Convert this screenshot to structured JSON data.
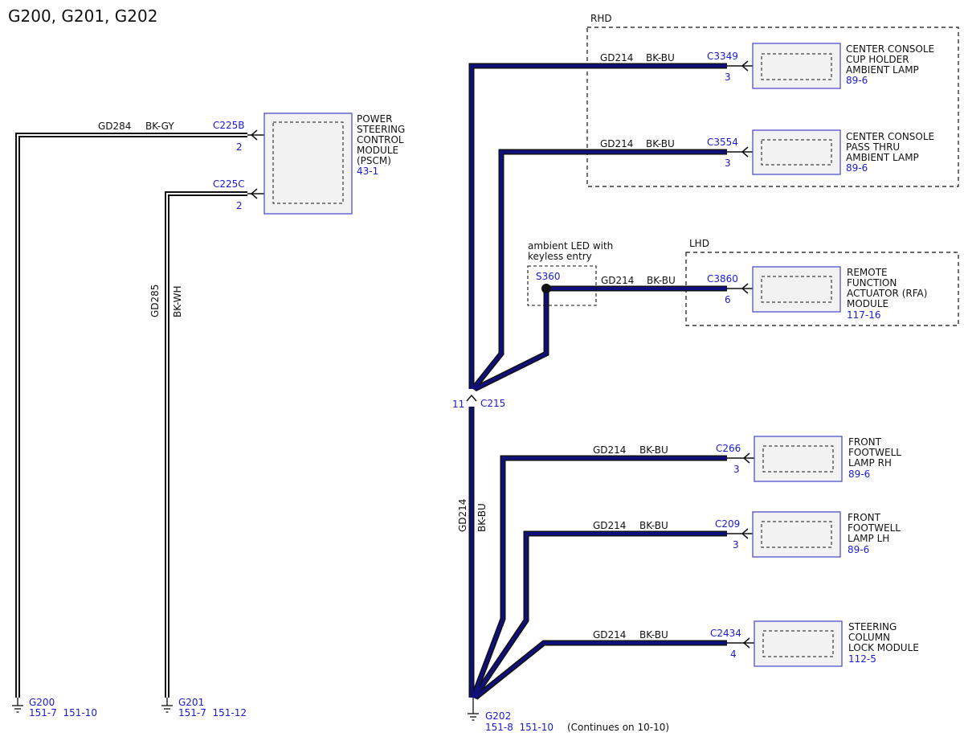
{
  "title": "G200, G201, G202",
  "colors": {
    "wire_blue": "#10107a",
    "ref_blue": "#1a1ad6",
    "module_fill": "#f2f2f2",
    "module_border": "#5050c8"
  },
  "regions": {
    "rhd": "RHD",
    "lhd": "LHD"
  },
  "pscm": {
    "name_lines": [
      "POWER",
      "STEERING",
      "CONTROL",
      "MODULE",
      "(PSCM)"
    ],
    "ref": "43-1",
    "conn_b": "C225B",
    "pin_b": "2",
    "conn_c": "C225C",
    "pin_c": "2"
  },
  "wire_gd284": {
    "circuit": "GD284",
    "color": "BK-GY"
  },
  "wire_gd285": {
    "circuit": "GD285",
    "color": "BK-WH"
  },
  "wire_gd214": {
    "circuit": "GD214",
    "color": "BK-BU"
  },
  "modules": [
    {
      "key": "cup-holder-lamp",
      "conn": "C3349",
      "pin": "3",
      "lines": [
        "CENTER CONSOLE",
        "CUP HOLDER",
        "AMBIENT LAMP"
      ],
      "ref": "89-6"
    },
    {
      "key": "pass-thru-lamp",
      "conn": "C3554",
      "pin": "3",
      "lines": [
        "CENTER CONSOLE",
        "PASS THRU",
        "AMBIENT LAMP"
      ],
      "ref": "89-6"
    },
    {
      "key": "rfa-module",
      "conn": "C3860",
      "pin": "6",
      "lines": [
        "REMOTE",
        "FUNCTION",
        "ACTUATOR (RFA)",
        "MODULE"
      ],
      "ref": "117-16"
    },
    {
      "key": "footwell-lamp-rh",
      "conn": "C266",
      "pin": "3",
      "lines": [
        "FRONT",
        "FOOTWELL",
        "LAMP RH"
      ],
      "ref": "89-6"
    },
    {
      "key": "footwell-lamp-lh",
      "conn": "C209",
      "pin": "3",
      "lines": [
        "FRONT",
        "FOOTWELL",
        "LAMP LH"
      ],
      "ref": "89-6"
    },
    {
      "key": "steering-column-lock",
      "conn": "C2434",
      "pin": "4",
      "lines": [
        "STEERING",
        "COLUMN",
        "LOCK MODULE"
      ],
      "ref": "112-5"
    }
  ],
  "splice": {
    "name": "S360",
    "note_lines": [
      "ambient LED with",
      "keyless entry"
    ]
  },
  "inline_connector": {
    "name": "C215",
    "pin": "11"
  },
  "grounds": [
    {
      "name": "G200",
      "refs": "151-7  151-10"
    },
    {
      "name": "G201",
      "refs": "151-7  151-12"
    },
    {
      "name": "G202",
      "refs": "151-8  151-10"
    }
  ],
  "continues_note": "(Continues on 10-10)"
}
